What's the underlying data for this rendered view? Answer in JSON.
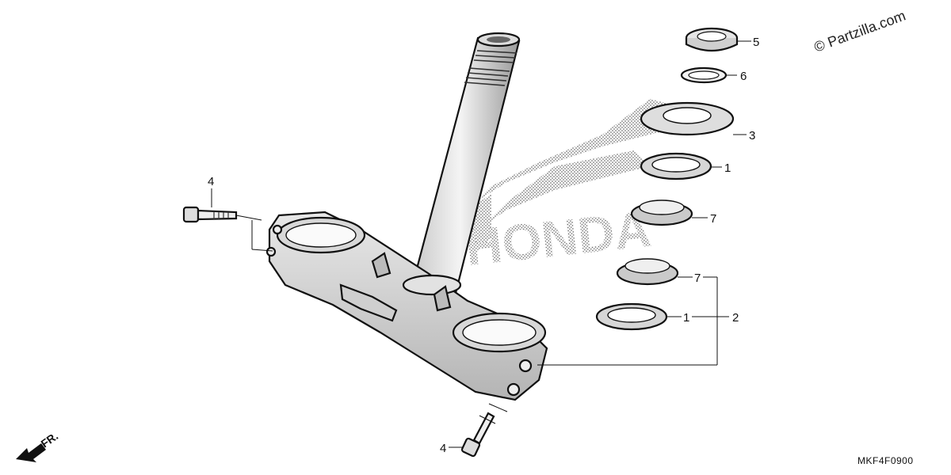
{
  "watermark": "© Partzilla.com",
  "diagram_code": "MKF4F0900",
  "direction_label": "FR.",
  "background_logo": "HONDA",
  "callouts": {
    "c1_upper": "1",
    "c1_lower": "1",
    "c2": "2",
    "c3": "3",
    "c4_upper": "4",
    "c4_lower": "4",
    "c5": "5",
    "c6": "6",
    "c7_upper": "7",
    "c7_lower": "7"
  }
}
